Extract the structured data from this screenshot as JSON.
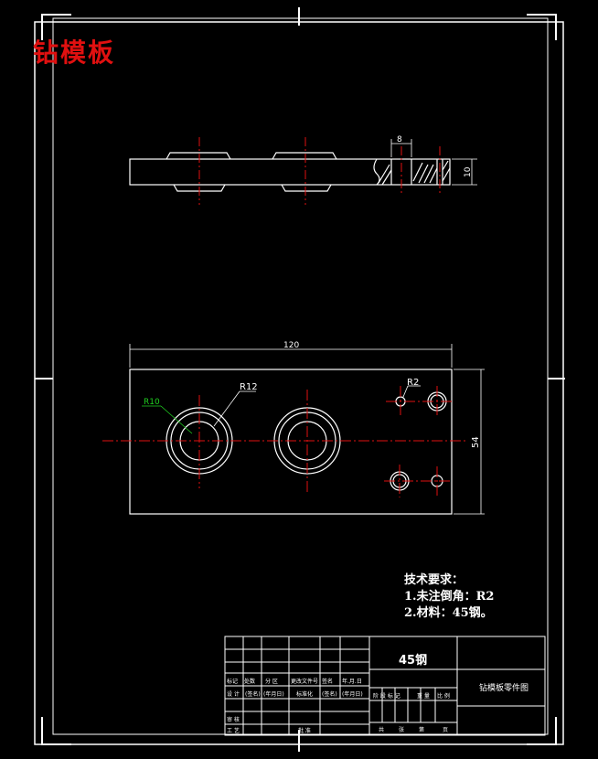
{
  "title_stamp": "钻模板",
  "dimensions": {
    "width_top_view": "8",
    "thickness": "10",
    "length": "120",
    "height": "54",
    "radius_big": "R12",
    "radius_inner": "R10",
    "radius_small": "R2"
  },
  "tech_requirements": {
    "heading": "技术要求：",
    "item1": "1.未注倒角：R2",
    "item2": "2.材料：45钢。"
  },
  "title_block": {
    "material": "45钢",
    "drawing_name": "钻模板零件图",
    "row_labels": [
      "标记",
      "处数",
      "分 区",
      "更改文件号",
      "签名",
      "年.月.日"
    ],
    "row_labels2": [
      "设 计",
      "(签名)",
      "(年月日)",
      "标准化",
      "(签名)",
      "(年月日)"
    ],
    "row_labels3": [
      "审 核",
      "工 艺",
      "批 准"
    ],
    "mid_labels": [
      "阶 段 标 记",
      "重 量",
      "比 例"
    ],
    "bottom_labels": [
      "共",
      "张",
      "第",
      "页"
    ]
  },
  "colors": {
    "background": "#000000",
    "lines": "#ffffff",
    "centerlines": "#e01010",
    "dimension_green": "#20d020",
    "stamp_red": "#e01010"
  }
}
